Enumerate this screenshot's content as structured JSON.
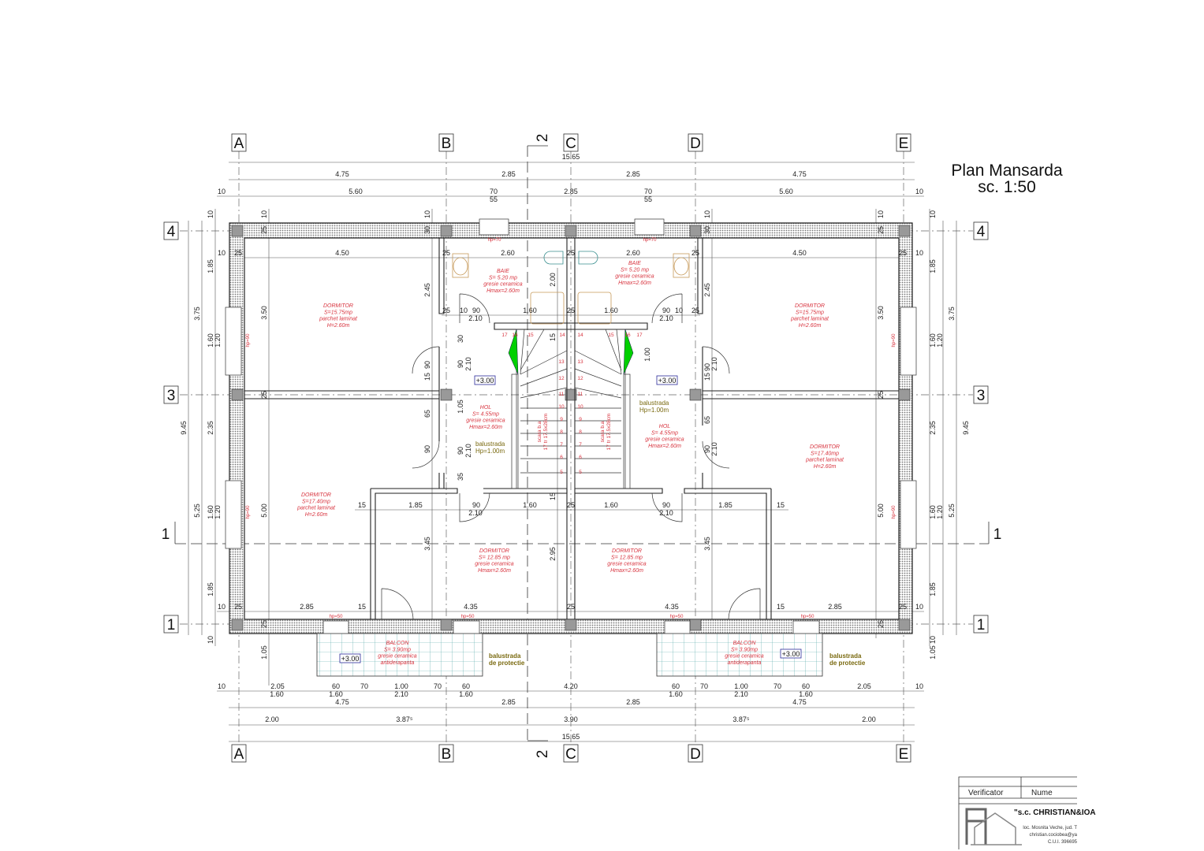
{
  "title": {
    "name": "Plan Mansarda",
    "scale": "sc. 1:50"
  },
  "grid_axes": {
    "columns": [
      "A",
      "B",
      "C",
      "D",
      "E"
    ],
    "rows": [
      "4",
      "3",
      "1"
    ],
    "section_horizontal": "1",
    "section_vertical": "2"
  },
  "rooms": [
    {
      "name": "DORMITOR",
      "area": "S=15.75mp",
      "finish": "parchet laminat",
      "height": "H=2.60m"
    },
    {
      "name": "BAIE",
      "area": "S= 5.20 mp",
      "finish": "gresie ceramica",
      "height": "Hmax=2.60m"
    },
    {
      "name": "BAIE",
      "area": "S= 5.20 mp",
      "finish": "gresie ceramica",
      "height": "Hmax=2.60m"
    },
    {
      "name": "DORMITOR",
      "area": "S=15.75mp",
      "finish": "parchet laminat",
      "height": "H=2.60m"
    },
    {
      "name": "HOL",
      "area": "S= 4.55mp",
      "finish": "gresie ceramica",
      "height": "Hmax=2.60m"
    },
    {
      "name": "HOL",
      "area": "S= 4.55mp",
      "finish": "gresie ceramica",
      "height": "Hmax=2.60m"
    },
    {
      "name": "DORMITOR",
      "area": "S=17.40mp",
      "finish": "parchet laminat",
      "height": "H=2.60m"
    },
    {
      "name": "DORMITOR",
      "area": "S=17.40mp",
      "finish": "parchet laminat",
      "height": "H=2.60m"
    },
    {
      "name": "DORMITOR",
      "area": "S= 12.85 mp",
      "finish": "gresie ceramica",
      "height": "Hmax=2.60m"
    },
    {
      "name": "DORMITOR",
      "area": "S= 12.85 mp",
      "finish": "gresie ceramica",
      "height": "Hmax=2.60m"
    },
    {
      "name": "BALCON",
      "area": "S= 3.90mp",
      "finish": "gresie ceramica",
      "height": "antiderapanta"
    },
    {
      "name": "BALCON",
      "area": "S= 3.90mp",
      "finish": "gresie ceramica",
      "height": "antiderapanta"
    }
  ],
  "dimensions": {
    "top_overall": [
      "15.65"
    ],
    "top_axes": [
      "4.75",
      "2.85",
      "2.85",
      "4.75"
    ],
    "top_detail": [
      "10",
      "5.60",
      "70",
      "55",
      "2.85",
      "70",
      "55",
      "5.60",
      "10"
    ],
    "bottom_detail": [
      "10",
      "2.05",
      "60",
      "70",
      "1.00",
      "70",
      "60",
      "4.20",
      "60",
      "70",
      "1.00",
      "70",
      "60",
      "2.05",
      "10"
    ],
    "bottom_detail_lower": [
      "1.60",
      "1.60",
      "2.10",
      "1.60",
      "1.60",
      "2.10",
      "1.60"
    ],
    "bottom_axes": [
      "4.75",
      "2.85",
      "2.85",
      "4.75"
    ],
    "bottom_structure": [
      "2.00",
      "3.87⁵",
      "3.90",
      "3.87⁵",
      "2.00"
    ],
    "bottom_overall": [
      "15.65"
    ],
    "left_overall": [
      "9.45"
    ],
    "left_axes": [
      "3.75",
      "5.25"
    ],
    "left_detail": [
      "10",
      "1.85",
      "1.60",
      "2.35",
      "1.60",
      "1.85",
      "10"
    ],
    "left_window": [
      "1.20",
      "1.20"
    ],
    "right_overall": [
      "9.45"
    ],
    "right_axes": [
      "3.75",
      "5.25"
    ],
    "right_detail": [
      "10",
      "1.85",
      "1.60",
      "2.35",
      "1.60",
      "1.85",
      "10"
    ],
    "right_window": [
      "1.20",
      "1.20"
    ],
    "interior": [
      "10",
      "25",
      "4.50",
      "25",
      "2.60",
      "25",
      "2.60",
      "25",
      "4.50",
      "25",
      "10",
      "25",
      "10",
      "90",
      "2.10",
      "1.60",
      "25",
      "1.60",
      "90",
      "10",
      "2.10",
      "25",
      "15",
      "1.85",
      "90",
      "2.10",
      "1.60",
      "25",
      "1.60",
      "90",
      "2.10",
      "1.85",
      "15",
      "10",
      "25",
      "2.85",
      "15",
      "4.35",
      "25",
      "4.35",
      "15",
      "2.85",
      "25",
      "10",
      "10",
      "25",
      "3.50",
      "25",
      "5.00",
      "25",
      "1.05",
      "10",
      "25",
      "3.50",
      "25",
      "5.00",
      "25",
      "1.05",
      "10",
      "30",
      "2.45",
      "90",
      "15",
      "65",
      "90",
      "3.45",
      "10",
      "30",
      "2.45",
      "90",
      "15",
      "65",
      "90",
      "3.45",
      "30",
      "90",
      "2.10",
      "1.05",
      "90",
      "2.10",
      "35",
      "2.10",
      "2.10",
      "1.00",
      "2.00",
      "15",
      "15",
      "2.95"
    ]
  },
  "window_sill_labels": {
    "side": [
      "hp=90",
      "hp=90",
      "hp=90",
      "hp=90"
    ],
    "top": [
      "hp=70",
      "hp=70"
    ],
    "bottom": [
      "hp=50",
      "hp=50",
      "hp=50",
      "hp=50"
    ]
  },
  "levels": [
    "+3.00",
    "+3.00",
    "+3.00",
    "+3.00"
  ],
  "railings": [
    {
      "line1": "balustrada",
      "line2": "Hp=1.00m"
    },
    {
      "line1": "balustrada",
      "line2": "Hp=1.00m"
    },
    {
      "line1": "balustrada",
      "line2": "de protectie"
    },
    {
      "line1": "balustrada",
      "line2": "de protectie"
    }
  ],
  "stairs": {
    "numbers": [
      "17",
      "16",
      "15",
      "14",
      "13",
      "12",
      "11",
      "10",
      "9",
      "8",
      "7",
      "6",
      "5"
    ],
    "label_line1": "scara b.a",
    "label_line2": "17 tr 17.5x28cm",
    "arrow_color": "#00d000"
  },
  "title_block": {
    "verifier_label": "Verificator",
    "name_label": "Nume",
    "company": "\"s.c. CHRISTIAN&IOA",
    "address": "loc. Mosnita Veche, jud. T",
    "email": "christian.cociobea@ya",
    "cui": "C.U.I. 396695"
  },
  "colors": {
    "room_text": "#d8343f",
    "railing_text": "#7a6a10",
    "tile_grid": "#4aa3a3",
    "wall_hatch": "#9a9a9a"
  }
}
